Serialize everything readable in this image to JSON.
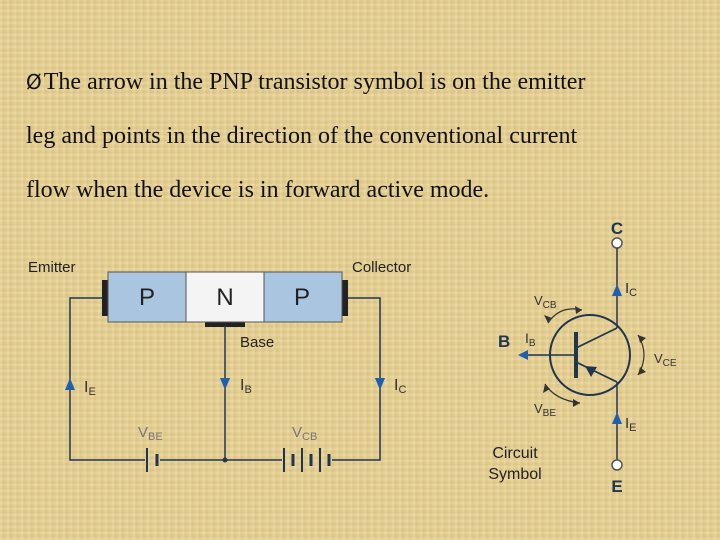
{
  "slide": {
    "bullet": "Ø",
    "line1": "The arrow in the PNP transistor symbol is on the emitter",
    "line2": "leg and points in the direction of the conventional current",
    "line3": "flow when the device is in forward active mode."
  },
  "diagram": {
    "emitter_label": "Emitter",
    "collector_label": "Collector",
    "base_label": "Base",
    "region_left": "P",
    "region_mid": "N",
    "region_right": "P",
    "ie_label": "I",
    "ie_sub": "E",
    "ib_label": "I",
    "ib_sub": "B",
    "ic_label": "I",
    "ic_sub": "C",
    "vbe_label": "V",
    "vbe_sub": "BE",
    "vcb_label": "V",
    "vcb_sub": "CB"
  },
  "symbol": {
    "c_label": "C",
    "b_label": "B",
    "e_label": "E",
    "ic_label": "I",
    "ic_sub": "C",
    "ie_label": "I",
    "ie_sub": "E",
    "ib_label": "I",
    "ib_sub": "B",
    "vcb_label": "V",
    "vcb_sub": "CB",
    "vbe_label": "V",
    "vbe_sub": "BE",
    "vce_label": "V",
    "vce_sub": "CE",
    "circuit_line1": "Circuit",
    "circuit_line2": "Symbol"
  },
  "colors": {
    "region_fill": "#a9c5e0",
    "wire": "#1f3550",
    "arrow": "#1f5fb0"
  }
}
